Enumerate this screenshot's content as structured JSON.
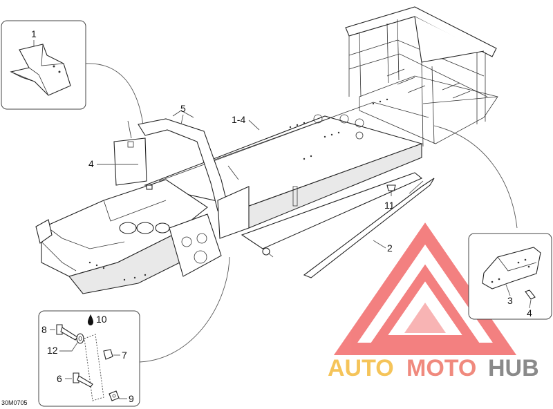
{
  "diagram": {
    "code": "30M0705",
    "callouts": {
      "c1_inset": "1",
      "c5": "5",
      "c1_4": "1-4",
      "c4_main": "4",
      "c11": "11",
      "c2": "2",
      "c3_inset": "3",
      "c4_inset": "4",
      "c10": "10",
      "c8": "8",
      "c12": "12",
      "c7": "7",
      "c6": "6",
      "c9": "9"
    }
  },
  "watermark": {
    "text_auto": "AUTO",
    "text_moto": "MOTO",
    "text_hub": "HUB",
    "color_auto": "#f5c45a",
    "color_moto": "#f08a7e",
    "color_hub": "#8a8a8a",
    "triangle_color": "#f26b6b"
  }
}
